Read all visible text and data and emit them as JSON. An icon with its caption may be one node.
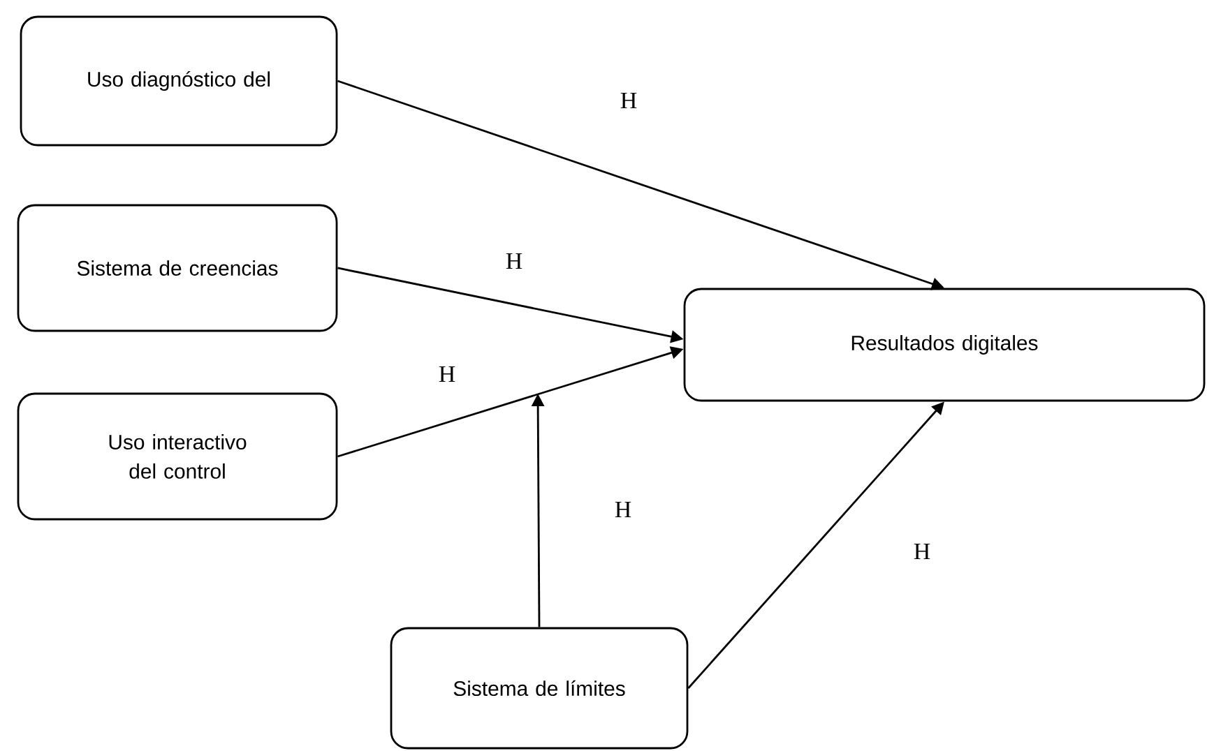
{
  "diagram": {
    "nodes": [
      {
        "text": [
          "Uso diagnóstico del"
        ]
      },
      {
        "text": [
          "Sistema de creencias"
        ]
      },
      {
        "text": [
          "Resultados digitales"
        ]
      },
      {
        "text": [
          "Uso interactivo del control"
        ]
      },
      {
        "text": [
          "Sistema de límites"
        ]
      }
    ],
    "edges": [
      {
        "from": 0,
        "to": 2,
        "arrow": "to",
        "label": "H"
      },
      {
        "from": 1,
        "to": 2,
        "arrow": "to",
        "label": "H"
      },
      {
        "from": 3,
        "to": 2,
        "arrow": "to",
        "label": "H"
      },
      {
        "from": 4,
        "to": null,
        "arrow": "to",
        "label": "H"
      },
      {
        "from": 4,
        "to": 2,
        "arrow": "to",
        "label": "H"
      }
    ]
  }
}
